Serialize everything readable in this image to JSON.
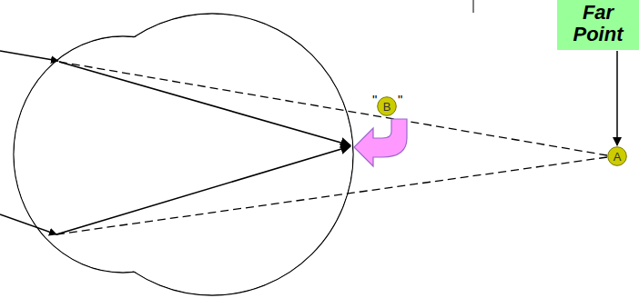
{
  "diagram": {
    "nodes": [
      {
        "text": [
          "Far Point"
        ]
      },
      {
        "text": [
          "B"
        ]
      },
      {
        "text": [
          "A"
        ]
      }
    ],
    "edges": [
      {
        "from": 0,
        "to": 2,
        "arrow": "to"
      }
    ],
    "labels": [
      "\"",
      "\""
    ]
  }
}
